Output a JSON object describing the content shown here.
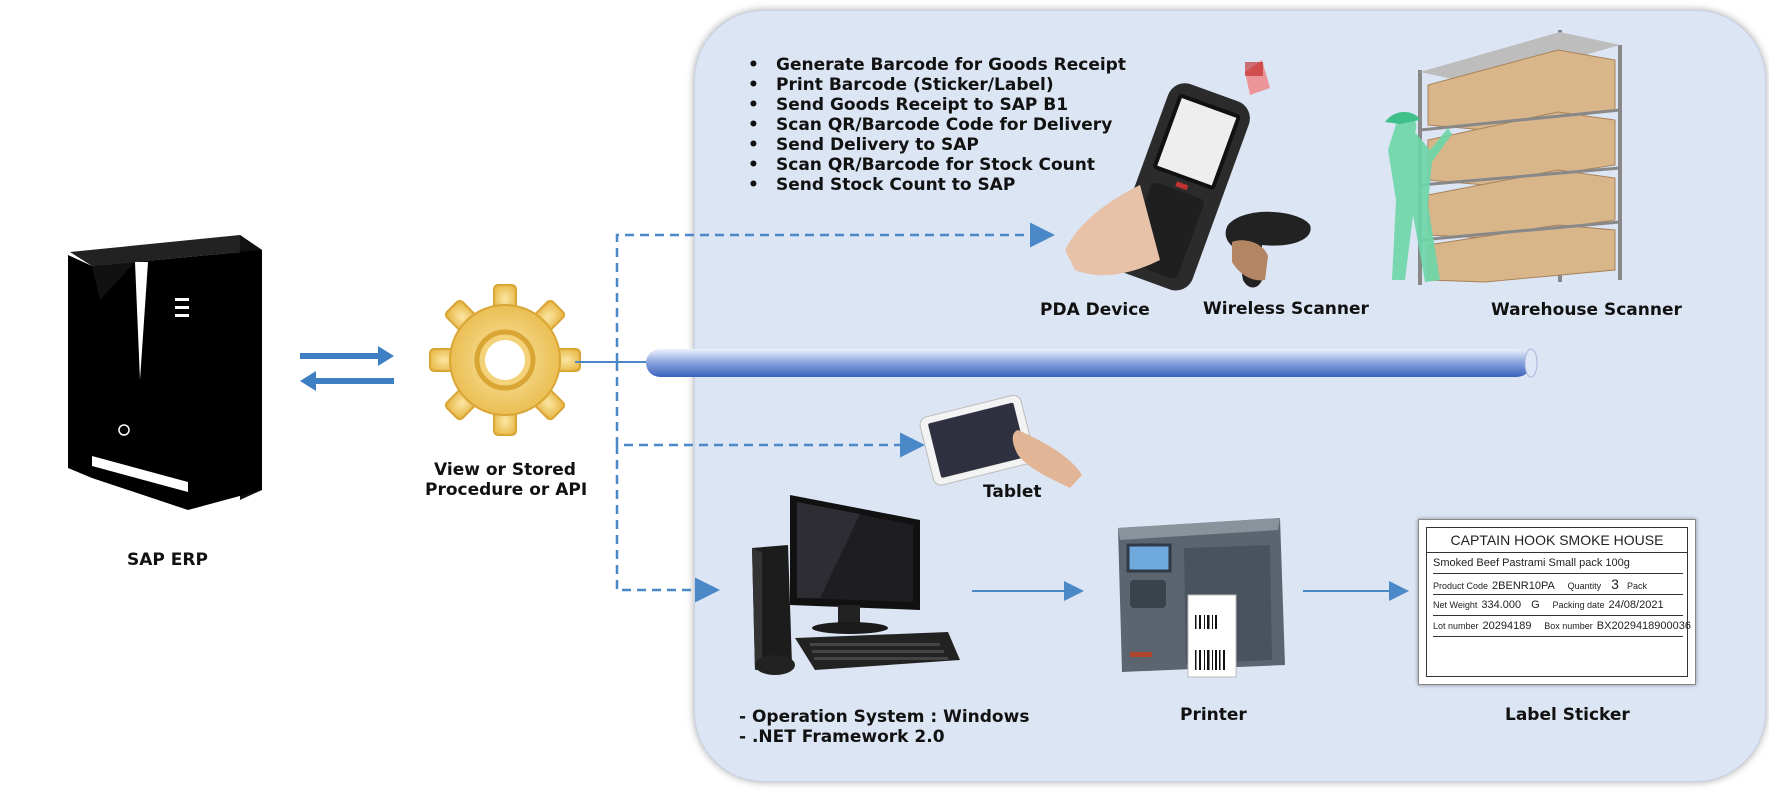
{
  "bullets": [
    "Generate Barcode for Goods Receipt",
    "Print Barcode (Sticker/Label)",
    "Send Goods Receipt to SAP B1",
    "Scan QR/Barcode Code for Delivery",
    "Send Delivery to SAP",
    "Scan QR/Barcode for Stock Count",
    "Send Stock Count to SAP"
  ],
  "labels": {
    "sap_erp": "SAP ERP",
    "middleware_line1": "View or Stored",
    "middleware_line2": "Procedure or API",
    "pda": "PDA Device",
    "wireless_scanner": "Wireless Scanner",
    "warehouse_scanner": "Warehouse Scanner",
    "tablet": "Tablet",
    "printer": "Printer",
    "label_sticker": "Label Sticker",
    "pc_line1": "- Operation System : Windows",
    "pc_line2": "- .NET Framework 2.0"
  },
  "sticker": {
    "title": "CAPTAIN HOOK SMOKE HOUSE",
    "product_name": "Smoked Beef Pastrami Small pack 100g",
    "product_code_label": "Product Code",
    "product_code": "2BENR10PA",
    "quantity_label": "Quantity",
    "quantity": "3",
    "quantity_unit": "Pack",
    "net_weight_label": "Net Weight",
    "net_weight": "334.000",
    "net_weight_unit": "G",
    "packing_date_label": "Packing date",
    "packing_date": "24/08/2021",
    "lot_label": "Lot number",
    "lot": "20294189",
    "box_label": "Box number",
    "box": "BX2029418900036"
  },
  "colors": {
    "panel": "#dce5f3",
    "arrow": "#4a88c8",
    "gear": "#f0c85a",
    "bus": "#4d74c9"
  }
}
